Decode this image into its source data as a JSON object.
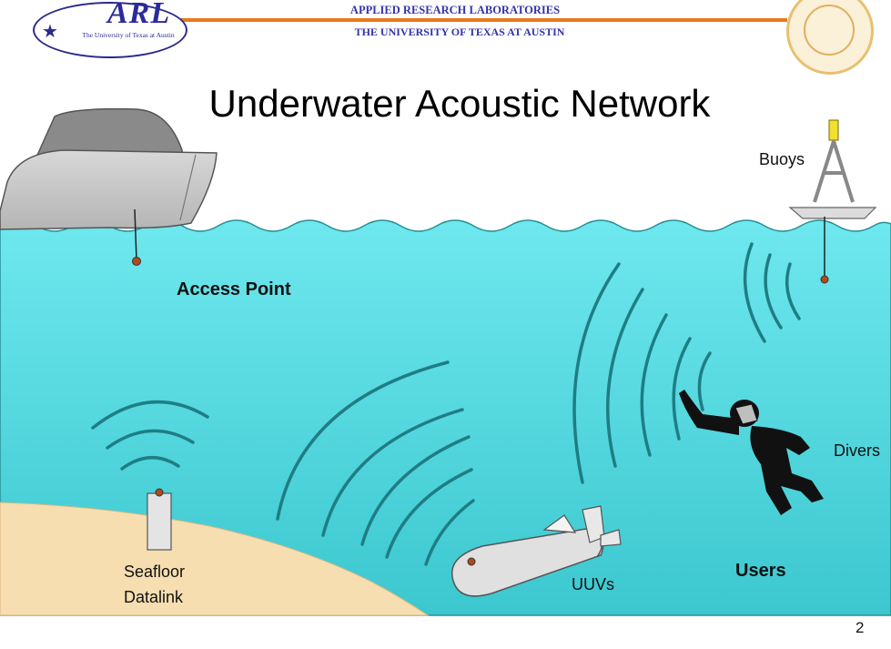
{
  "header": {
    "logo_text": "ARL",
    "logo_subtitle": "The University of Texas at Austin",
    "org_line1": "APPLIED RESEARCH LABORATORIES",
    "org_line2": "THE UNIVERSITY OF TEXAS AT AUSTIN"
  },
  "slide": {
    "title": "Underwater Acoustic Network",
    "page_number": "2"
  },
  "labels": {
    "access_point": "Access Point",
    "buoys": "Buoys",
    "divers": "Divers",
    "seafloor_line1": "Seafloor",
    "seafloor_line2": "Datalink",
    "uuvs": "UUVs",
    "users": "Users"
  },
  "colors": {
    "sea_top": "#6ee8ee",
    "sea_bottom": "#35c8d0",
    "wave_line": "#2a8f96",
    "seafloor": "#f7deb0",
    "header_bar": "#e87a1e",
    "header_text": "#3333aa",
    "signal_arcs": "#1f7d84"
  },
  "icons": {
    "ship": "ship-icon",
    "buoy": "buoy-icon",
    "diver": "diver-icon",
    "uuv": "uuv-icon",
    "seafloor_node": "seafloor-node-icon",
    "seal": "university-seal-icon"
  }
}
